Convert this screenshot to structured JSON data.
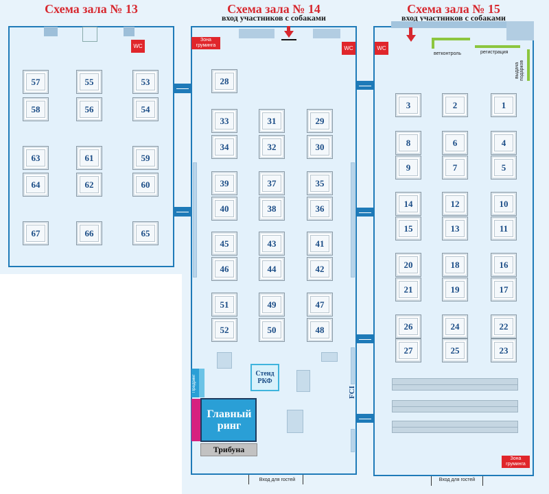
{
  "halls": {
    "h13": {
      "title": "Схема зала № 13",
      "wc": "WC",
      "rings": [
        "57",
        "55",
        "53",
        "58",
        "56",
        "54",
        "63",
        "61",
        "59",
        "64",
        "62",
        "60",
        "67",
        "66",
        "65"
      ]
    },
    "h14": {
      "title": "Схема зала № 14",
      "subtitle": "вход участников с собаками",
      "wc": "WC",
      "grooming": "Зона груминга",
      "rings": [
        "28",
        "33",
        "31",
        "29",
        "34",
        "32",
        "30",
        "39",
        "37",
        "35",
        "40",
        "38",
        "36",
        "45",
        "43",
        "41",
        "46",
        "44",
        "42",
        "51",
        "49",
        "47",
        "52",
        "50",
        "48"
      ],
      "stand_rkf": "Стенд РКФ",
      "main_ring": "Главный ринг",
      "tribune": "Трибуна",
      "pre_ring": "Предринг",
      "fci": "FCI",
      "guest_entrance": "Вход для гостей"
    },
    "h15": {
      "title": "Схема зала № 15",
      "subtitle": "вход участников с собаками",
      "wc": "WC",
      "vet_control": "ветконтроль",
      "registration": "регистрация",
      "gifts": "выдача подарков",
      "grooming": "Зона груминга",
      "rings": [
        "3",
        "2",
        "1",
        "8",
        "6",
        "4",
        "9",
        "7",
        "5",
        "14",
        "12",
        "10",
        "15",
        "13",
        "11",
        "20",
        "18",
        "16",
        "21",
        "19",
        "17",
        "26",
        "24",
        "22",
        "27",
        "25",
        "23"
      ],
      "guest_entrance": "Вход для гостей"
    }
  },
  "colors": {
    "hall_border": "#1e7ab8",
    "hall_fill": "#e3f1fb",
    "title_red": "#d7282f",
    "ring_number": "#1a4c86",
    "main_ring": "#2a9fd6",
    "accent_magenta": "#d6217f",
    "registration_green": "#8cc63f"
  }
}
